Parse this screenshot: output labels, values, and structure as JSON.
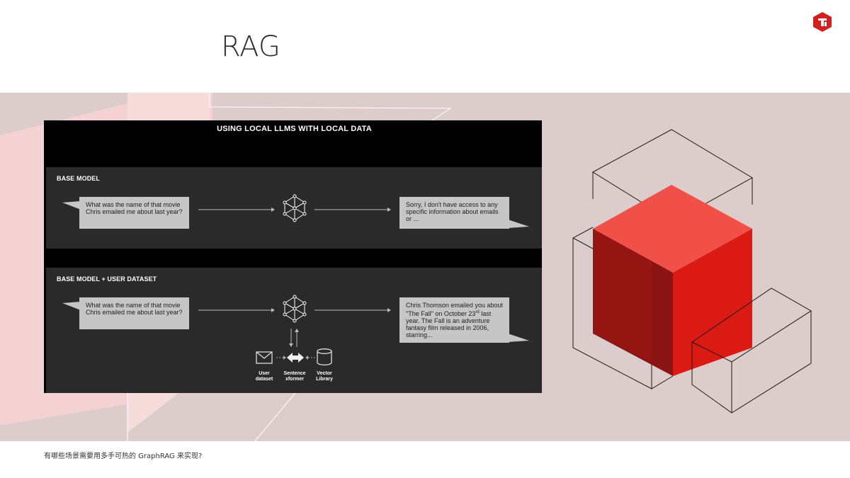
{
  "slide": {
    "title": "RAG",
    "footer": "有哪些场景需要用多手可热的 GraphRAG 来实现?"
  },
  "colors": {
    "band": "#ddcccc",
    "cube_front": "#dc1a14",
    "cube_top": "#f05048",
    "cube_left": "#8a1412",
    "logo": "#d3201f"
  },
  "panel": {
    "title": "USING LOCAL LLMS WITH LOCAL DATA",
    "base": {
      "label": "BASE MODEL",
      "question": "What was the name of that movie Chris emailed me about last year?",
      "answer": "Sorry, I don't have access to any specific information about emails or ..."
    },
    "rag": {
      "label": "BASE MODEL + USER DATASET",
      "question": "What was the name of that movie Chris emailed me about last year?",
      "answer_a": "Chris Thomson emailed you about \"The Fall\" on October 23",
      "answer_sup": "rd",
      "answer_b": " last year. The Fall is an adventure fantasy film released in 2006, starring...",
      "pipeline": [
        {
          "icon": "envelope-icon",
          "label": "User dataset"
        },
        {
          "icon": "double-arrow-icon",
          "label": "Sentence xformer"
        },
        {
          "icon": "database-icon",
          "label": "Vector Library"
        }
      ]
    }
  }
}
